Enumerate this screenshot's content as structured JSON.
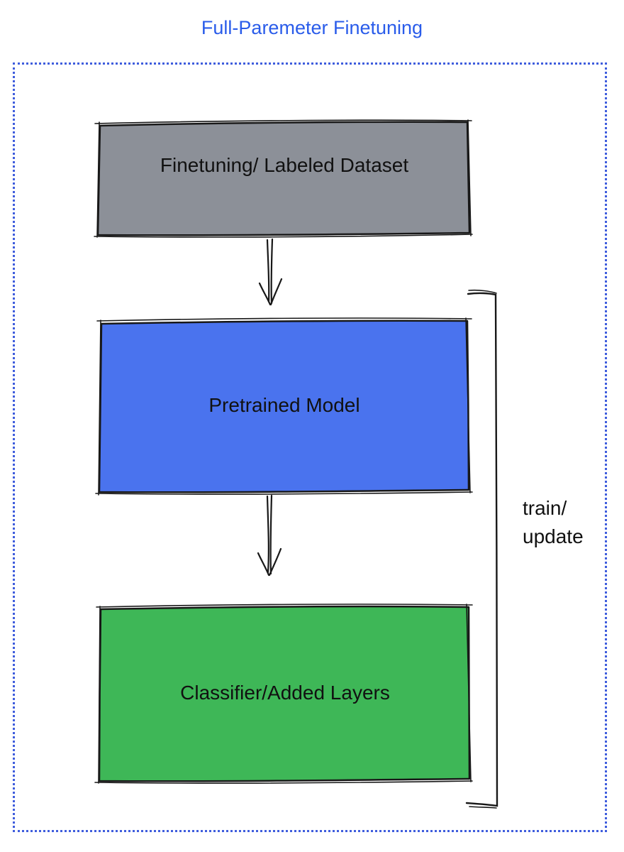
{
  "title": "Full-Paremeter Finetuning",
  "colors": {
    "title_blue": "#2a5cea",
    "dotted_border_blue": "#3f5ddd",
    "dataset_gray": "#8c9098",
    "pretrained_blue": "#4a73ee",
    "classifier_green": "#3eb757",
    "ink": "#181818"
  },
  "boxes": {
    "dataset": {
      "label": "Finetuning/ Labeled Dataset"
    },
    "pretrained": {
      "label": "Pretrained Model"
    },
    "classifier": {
      "label": "Classifier/Added Layers"
    }
  },
  "bracket": {
    "line1": "train/",
    "line2": "update"
  }
}
